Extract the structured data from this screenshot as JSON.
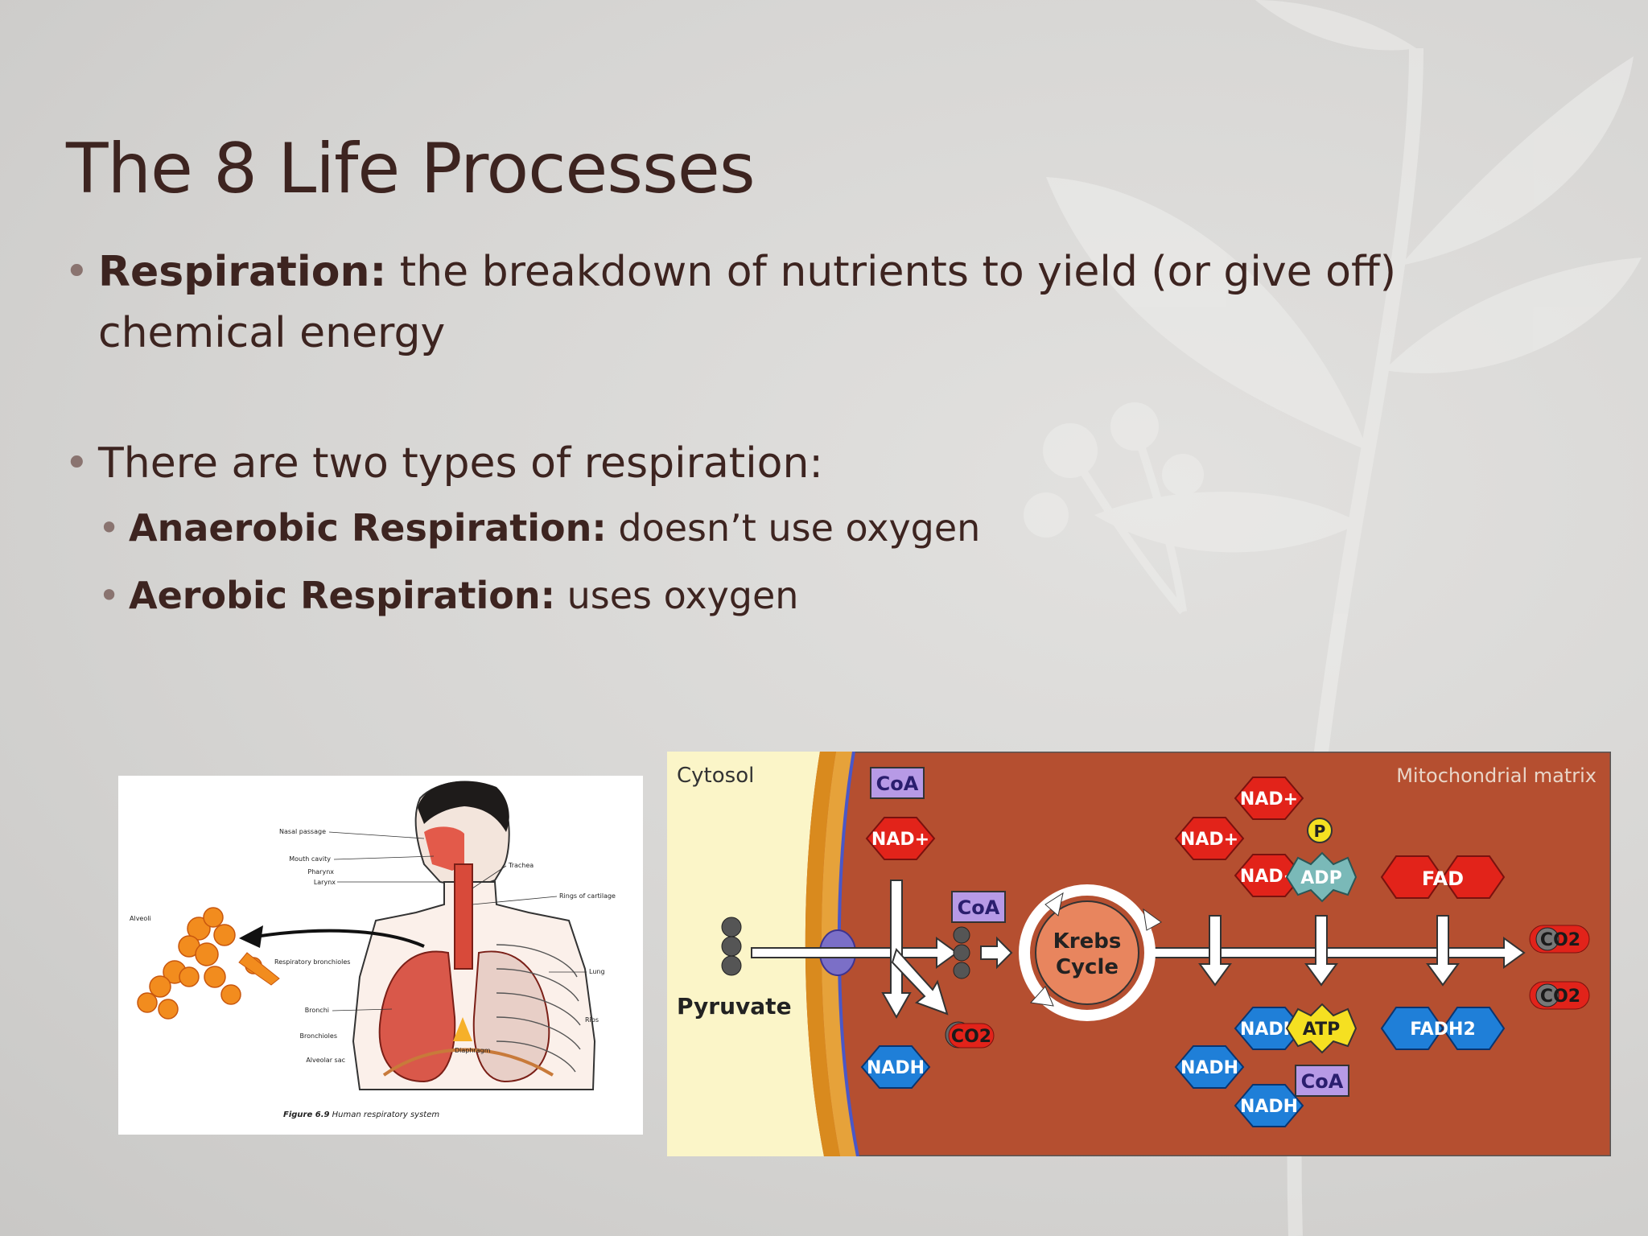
{
  "slide": {
    "title": "The 8 Life Processes",
    "bullets": [
      {
        "bold": "Respiration:",
        "text": " the breakdown of nutrients to yield (or give off) chemical energy"
      },
      {
        "text": "There are two types of respiration:"
      }
    ],
    "sub_bullets": [
      {
        "bold": "Anaerobic Respiration:",
        "text": " doesn’t use oxygen"
      },
      {
        "bold": "Aerobic Respiration:",
        "text": " uses oxygen"
      }
    ]
  },
  "respiratory_figure": {
    "labels": {
      "nasal": "Nasal passage",
      "mouth": "Mouth cavity",
      "pharynx": "Pharynx",
      "larynx": "Larynx",
      "trachea": "Trachea",
      "rings": "Rings of cartilage",
      "alveoli": "Alveoli",
      "resp_bronchioles": "Respiratory bronchioles",
      "lung": "Lung",
      "bronchi": "Bronchi",
      "bronchioles": "Bronchioles",
      "ribs": "Ribs",
      "alveolar_sac": "Alveolar sac",
      "diaphragm": "Diaphragm"
    },
    "caption_bold": "Figure 6.9",
    "caption": " Human respiratory system"
  },
  "krebs_figure": {
    "cytosol": "Cytosol",
    "matrix": "Mitochondrial matrix",
    "pyruvate": "Pyruvate",
    "cycle_line1": "Krebs",
    "cycle_line2": "Cycle",
    "coa": "CoA",
    "nad_plus": "NAD+",
    "nadh": "NADH",
    "co2": "CO2",
    "adp": "ADP",
    "atp": "ATP",
    "p": "P",
    "fad": "FAD",
    "fadh2": "FADH2",
    "colors": {
      "cytosol_bg": "#fbf5c8",
      "membrane": "#d98a1e",
      "matrix_bg": "#b54f30",
      "nad_red": "#e2231a",
      "nadh_blue": "#1f7fd8",
      "coa_purple": "#b79ae6",
      "adp_teal": "#7ab9b8",
      "atp_yellow": "#f5e021"
    }
  }
}
